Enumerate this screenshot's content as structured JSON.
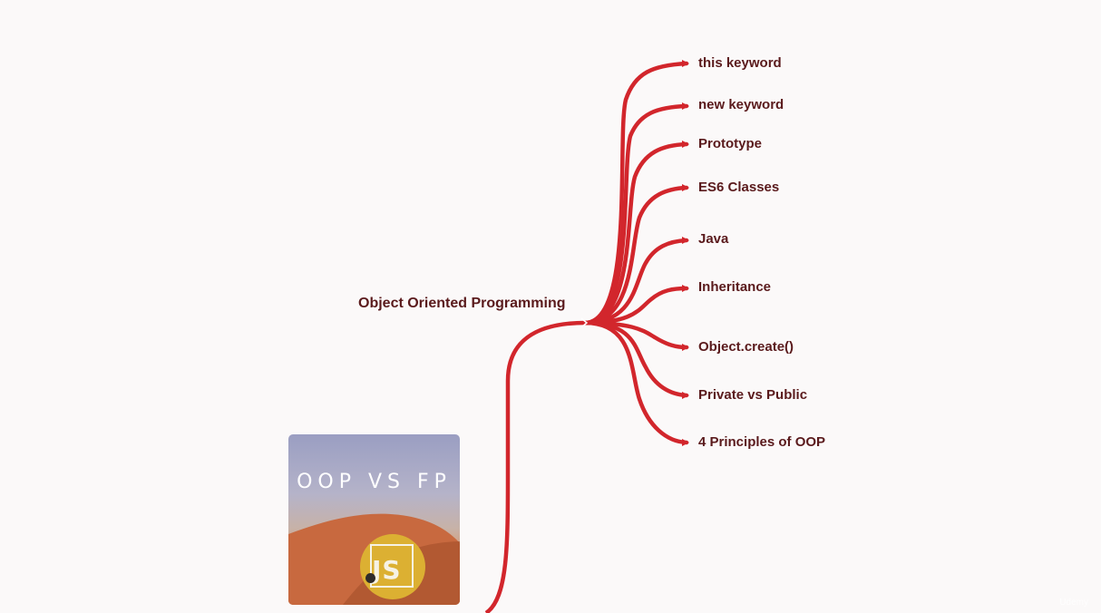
{
  "central_topic": "Object Oriented Programming",
  "branches": [
    "this keyword",
    "new keyword",
    "Prototype",
    "ES6 Classes",
    "Java",
    "Inheritance",
    "Object.create()",
    "Private vs Public",
    "4 Principles of OOP"
  ],
  "thumbnail": {
    "title": "OOP VS FP",
    "logo_text": "JS"
  },
  "watermark": "Udemy",
  "colors": {
    "branch_line": "#d2262c",
    "text": "#5a1a1c",
    "background": "#fbf9f9",
    "js_logo": "#dcb032"
  }
}
